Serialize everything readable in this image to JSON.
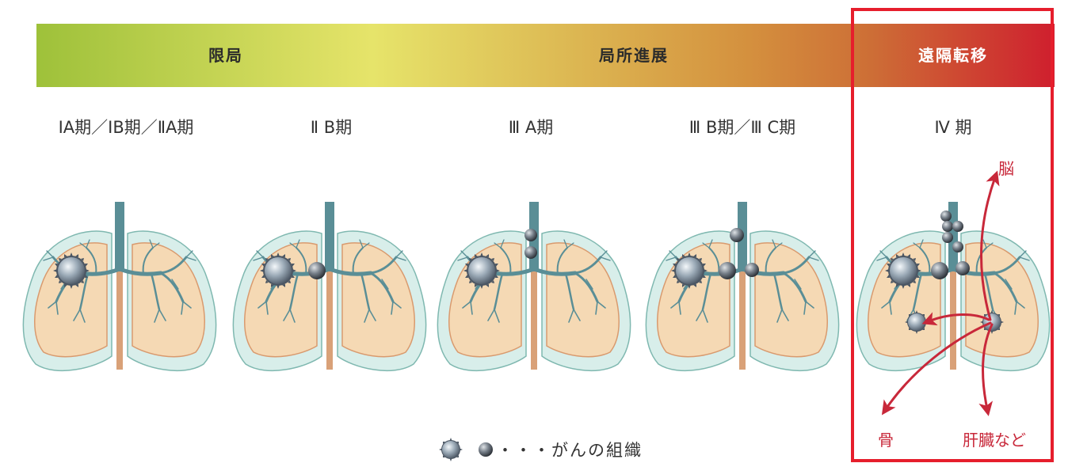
{
  "stage_bar": {
    "segments": [
      {
        "label": "限局"
      },
      {
        "label": "局所進展"
      },
      {
        "label": "遠隔転移"
      }
    ],
    "colors": {
      "green": "#9ec13a",
      "yellow": "#e6e46a",
      "orange": "#d07a3c",
      "red": "#cf1f2e",
      "label_dark": "#2b2b2b",
      "label_light": "#ffffff"
    }
  },
  "stages": [
    {
      "label": "ⅠA期／ⅠB期／ⅡA期"
    },
    {
      "label": "Ⅱ B期"
    },
    {
      "label": "Ⅲ A期"
    },
    {
      "label": "Ⅲ B期／Ⅲ C期"
    },
    {
      "label": "Ⅳ 期"
    }
  ],
  "metastasis": {
    "targets": [
      {
        "label": "脳"
      },
      {
        "label": "骨"
      },
      {
        "label": "肝臓など"
      }
    ],
    "color": "#c8283a"
  },
  "highlight_box_color": "#e61e2c",
  "legend": {
    "text": "・・・がんの組織"
  },
  "lung_colors": {
    "outer": "#d8eeea",
    "outer_stroke": "#7fb8b0",
    "inner": "#f5d9b4",
    "inner_stroke": "#d99a6e",
    "trachea": "#5a8e96",
    "vessel": "#d9a178"
  }
}
